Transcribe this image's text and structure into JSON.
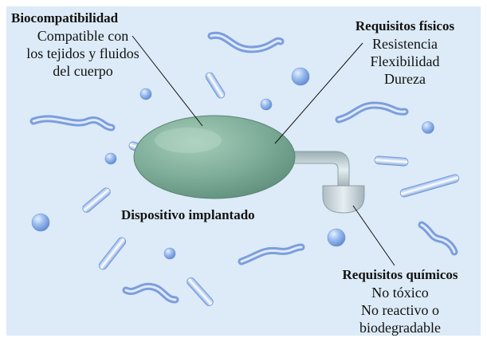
{
  "labels": {
    "biocompat": {
      "title": "Biocompatibilidad",
      "lines": [
        "Compatible con",
        "los tejidos y fluidos",
        "del cuerpo"
      ]
    },
    "physical": {
      "title": "Requisitos físicos",
      "lines": [
        "Resistencia",
        "Flexibilidad",
        "Dureza"
      ]
    },
    "device": {
      "title": "Dispositivo implantado"
    },
    "chemical": {
      "title": "Requisitos químicos",
      "lines": [
        "No tóxico",
        "No reactivo o",
        "biodegradable"
      ]
    }
  },
  "colors": {
    "background": "#dcebf7",
    "device": "#7fae9a",
    "tube": "#b7c6c9",
    "particles": "#8db3e6"
  }
}
